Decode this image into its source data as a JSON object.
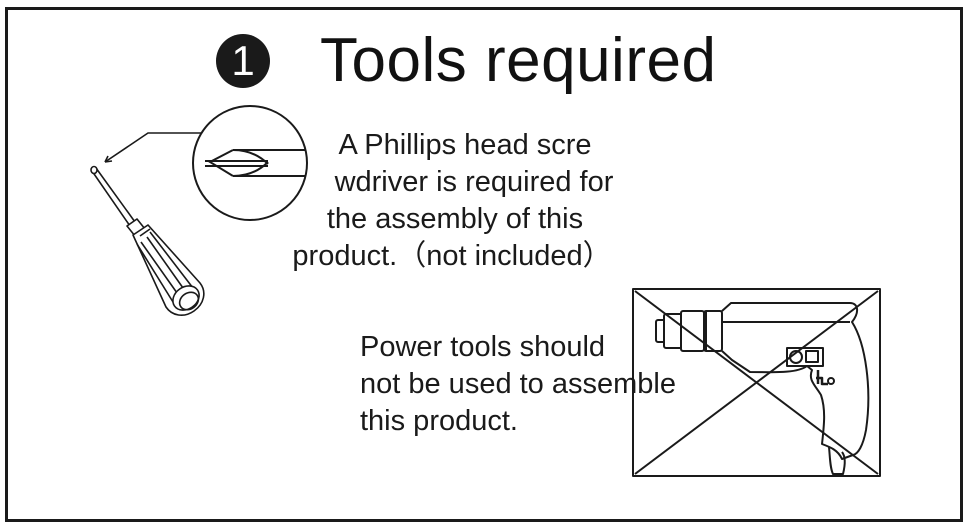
{
  "step": {
    "number": "1",
    "title": "Tools required"
  },
  "screwdriver_note": {
    "lines": [
      "A Phillips head scre",
      "wdriver is required for",
      "the assembly of this",
      "product.（not included）"
    ]
  },
  "power_tool_warning": {
    "lines": [
      "Power tools should",
      "not be used to assemble",
      "this product."
    ]
  },
  "illustrations": {
    "screwdriver": "phillips-screwdriver-icon",
    "tip_detail": "phillips-tip-magnified-icon",
    "drill": "power-drill-crossed-out-icon"
  },
  "colors": {
    "ink": "#1a1a1a",
    "background": "#ffffff"
  }
}
